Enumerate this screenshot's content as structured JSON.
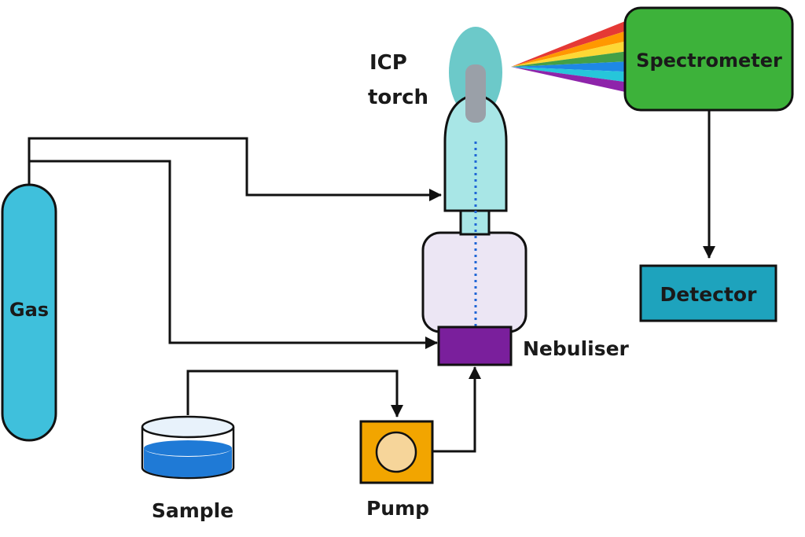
{
  "labels": {
    "icp_line1": "ICP",
    "icp_line2": "torch",
    "spectrometer": "Spectrometer",
    "detector": "Detector",
    "gas": "Gas",
    "nebuliser": "Nebuliser",
    "sample": "Sample",
    "pump": "Pump"
  },
  "colors": {
    "gas_cylinder": "#3fc0dc",
    "torch_body": "#a8e6e6",
    "torch_flame": "#6cc9c9",
    "torch_core": "#9aa0a8",
    "spray_chamber": "#ece6f4",
    "nebuliser": "#7a1f9c",
    "spectrometer": "#3db23a",
    "detector": "#1ea3bd",
    "pump_box": "#f2a500",
    "pump_rotor": "#f6d59a",
    "sample_liquid": "#1f7ad6",
    "sample_dish_rim": "#e8f2fb",
    "sample_flow_line": "#1f66d6",
    "spectrum": [
      "#e53935",
      "#ff9800",
      "#fdd835",
      "#43a047",
      "#1e88e5",
      "#26c6da",
      "#8e24aa"
    ]
  }
}
